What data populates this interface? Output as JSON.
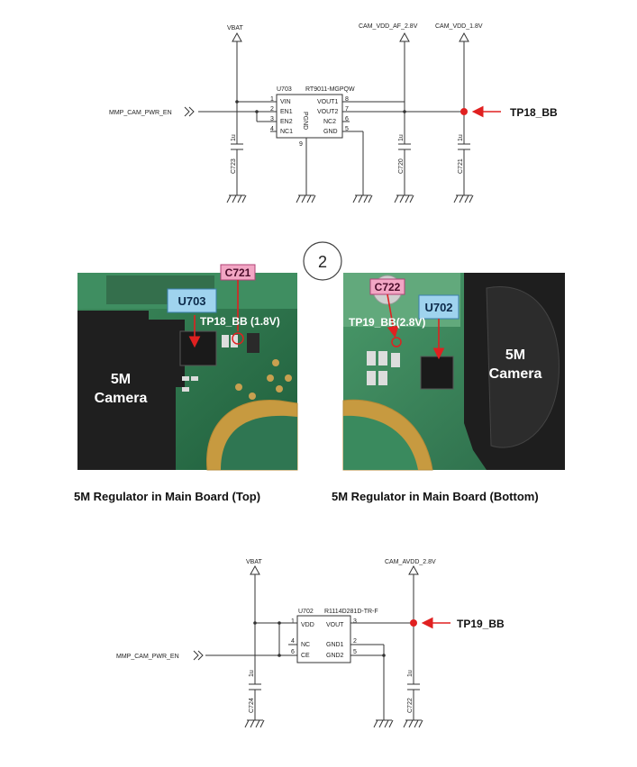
{
  "top_schematic": {
    "vbat_label": "VBAT",
    "net_af_label": "CAM_VDD_AF_2.8V",
    "net_18_label": "CAM_VDD_1.8V",
    "enable_net_label": "MMP_CAM_PWR_EN",
    "ic_ref": "U703",
    "ic_part": "RT9011-MGPQW",
    "pins_left": [
      "VIN",
      "EN1",
      "EN2",
      "NC1"
    ],
    "pins_left_num": [
      "1",
      "2",
      "3",
      "4"
    ],
    "pins_right": [
      "VOUT1",
      "VOUT2",
      "NC2",
      "GND"
    ],
    "pins_right_num": [
      "8",
      "7",
      "6",
      "5"
    ],
    "pgnd_label": "PGND",
    "pgnd_num": "9",
    "caps": [
      {
        "ref": "C723",
        "value": "1u"
      },
      {
        "ref": "C720",
        "value": "1u"
      },
      {
        "ref": "C721",
        "value": "1u"
      }
    ],
    "test_point": "TP18_BB"
  },
  "step_number": "2",
  "photo_top": {
    "label_ic": "U703",
    "label_cap": "C721",
    "tp_label": "TP18_BB (1.8V)",
    "camera_line1": "5M",
    "camera_line2": "Camera",
    "caption": "5M Regulator in Main Board (Top)"
  },
  "photo_bottom": {
    "label_ic": "U702",
    "label_cap": "C722",
    "tp_label": "TP19_BB(2.8V)",
    "camera_line1": "5M",
    "camera_line2": "Camera",
    "caption": "5M Regulator in Main Board (Bottom)"
  },
  "bottom_schematic": {
    "vbat_label": "VBAT",
    "net_label": "CAM_AVDD_2.8V",
    "enable_net_label": "MMP_CAM_PWR_EN",
    "ic_ref": "U702",
    "ic_part": "R1114D281D-TR-F",
    "pins_left": [
      "VDD",
      "NC",
      "CE"
    ],
    "pins_left_num": [
      "1",
      "4",
      "6"
    ],
    "pins_right": [
      "VOUT",
      "GND1",
      "GND2"
    ],
    "pins_right_num": [
      "3",
      "2",
      "5"
    ],
    "caps": [
      {
        "ref": "C724",
        "value": "1u"
      },
      {
        "ref": "C722",
        "value": "1u"
      }
    ],
    "test_point": "TP19_BB"
  },
  "colors": {
    "marker_red": "#e02020",
    "label_blue": "#9fd3ee",
    "label_pink": "#f2a6c4",
    "pcb_green": "#2e7a52"
  }
}
